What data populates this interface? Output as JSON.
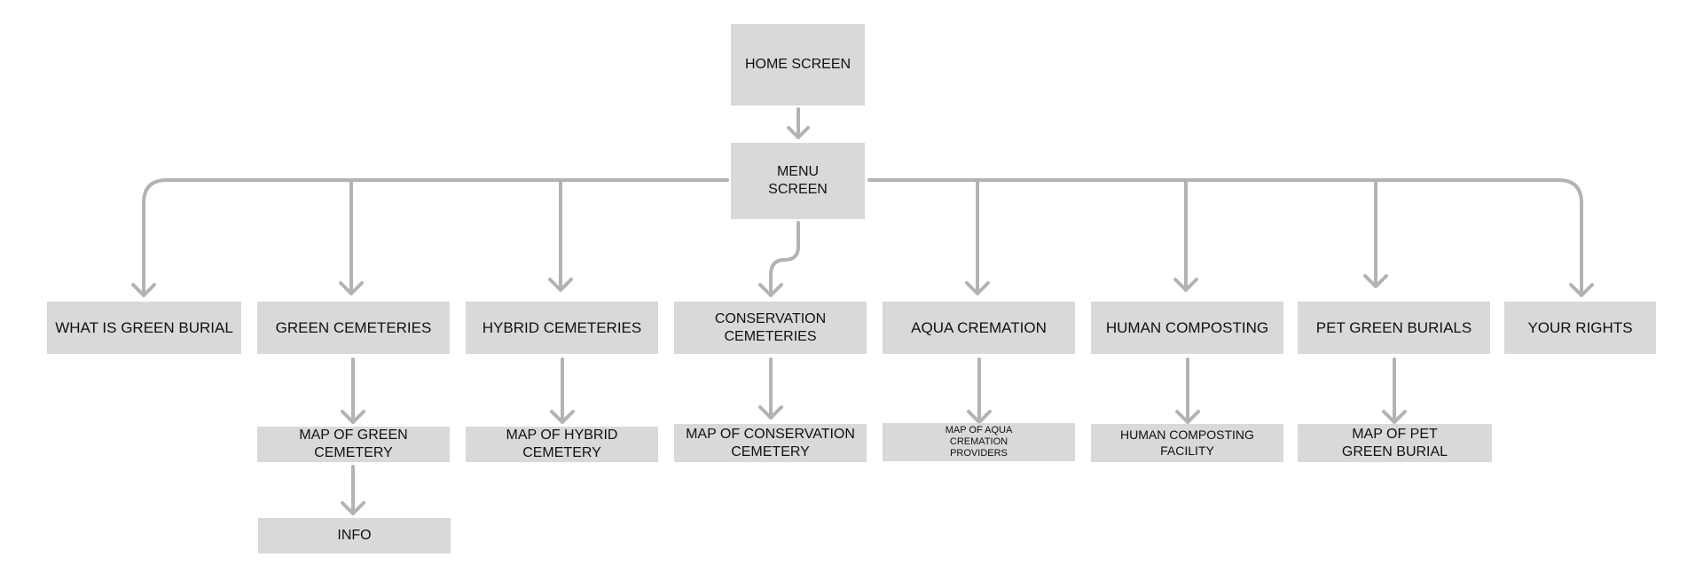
{
  "diagram": {
    "line_color": "#b3b3b3",
    "box_color": "#d9d9d9",
    "nodes": {
      "home": "HOME SCREEN",
      "menu": "MENU\nSCREEN",
      "what_is_green_burial": "WHAT IS GREEN BURIAL",
      "green_cemeteries": "GREEN CEMETERIES",
      "hybrid_cemeteries": "HYBRID CEMETERIES",
      "conservation_cemeteries": "CONSERVATION\nCEMETERIES",
      "aqua_cremation": "AQUA CREMATION",
      "human_composting": "HUMAN COMPOSTING",
      "pet_green_burials": "PET GREEN BURIALS",
      "your_rights": "YOUR RIGHTS",
      "map_green_cemetery": "MAP OF GREEN\nCEMETERY",
      "info": "INFO",
      "map_hybrid_cemetery": "MAP OF HYBRID\nCEMETERY",
      "map_conservation_cemetery": "MAP OF CONSERVATION\nCEMETERY",
      "map_aqua_cremation": "MAP OF AQUA\nCREMATION\nPROVIDERS",
      "human_composting_facility": "HUMAN COMPOSTING\nFACILITY",
      "map_pet_green_burial": "MAP OF PET\nGREEN BURIAL"
    }
  }
}
